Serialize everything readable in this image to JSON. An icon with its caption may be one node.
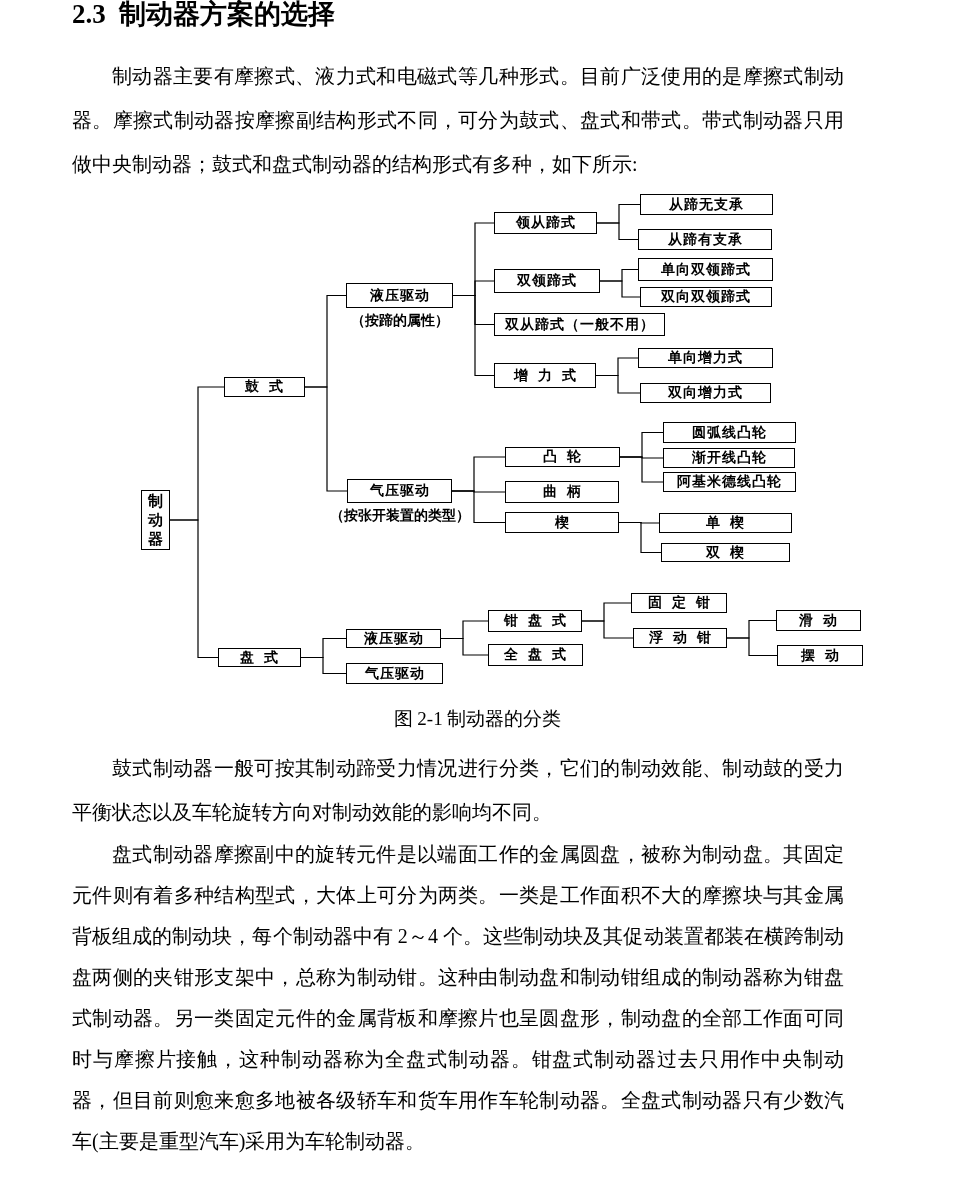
{
  "diagram": {
    "title": "2.3  制动器方案的选择",
    "caption": "图 2-1 制动器的分类",
    "nodes": [
      {
        "text": [
          "制动器"
        ]
      },
      {
        "text": [
          "鼓 式"
        ]
      },
      {
        "text": [
          "液压驱动"
        ],
        "beside": [
          "（按蹄的属性）"
        ]
      },
      {
        "text": [
          "领从蹄式"
        ]
      },
      {
        "text": [
          "从蹄无支承"
        ]
      },
      {
        "text": [
          "从蹄有支承"
        ]
      },
      {
        "text": [
          "双领蹄式"
        ]
      },
      {
        "text": [
          "单向双领蹄式"
        ]
      },
      {
        "text": [
          "双向双领蹄式"
        ]
      },
      {
        "text": [
          "双从蹄式（一般不用）"
        ]
      },
      {
        "text": [
          "增 力 式"
        ]
      },
      {
        "text": [
          "单向增力式"
        ]
      },
      {
        "text": [
          "双向增力式"
        ]
      },
      {
        "text": [
          "气压驱动"
        ],
        "beside": [
          "（按张开装置的类型）"
        ]
      },
      {
        "text": [
          "凸 轮"
        ]
      },
      {
        "text": [
          "圆弧线凸轮"
        ]
      },
      {
        "text": [
          "渐开线凸轮"
        ]
      },
      {
        "text": [
          "阿基米德线凸轮"
        ]
      },
      {
        "text": [
          "曲 柄"
        ]
      },
      {
        "text": [
          "楔"
        ]
      },
      {
        "text": [
          "单 楔"
        ]
      },
      {
        "text": [
          "双 楔"
        ]
      },
      {
        "text": [
          "盘 式"
        ]
      },
      {
        "text": [
          "液压驱动"
        ]
      },
      {
        "text": [
          "钳 盘 式"
        ]
      },
      {
        "text": [
          "固 定 钳"
        ]
      },
      {
        "text": [
          "浮 动 钳"
        ]
      },
      {
        "text": [
          "滑 动"
        ]
      },
      {
        "text": [
          "摆 动"
        ]
      },
      {
        "text": [
          "全 盘 式"
        ]
      },
      {
        "text": [
          "气压驱动"
        ]
      }
    ],
    "edges": [
      {
        "from": 0,
        "to": 1,
        "arrow": "none"
      },
      {
        "from": 0,
        "to": 22,
        "arrow": "none"
      },
      {
        "from": 1,
        "to": 2,
        "arrow": "none"
      },
      {
        "from": 1,
        "to": 13,
        "arrow": "none"
      },
      {
        "from": 2,
        "to": 3,
        "arrow": "none"
      },
      {
        "from": 2,
        "to": 6,
        "arrow": "none"
      },
      {
        "from": 2,
        "to": 9,
        "arrow": "none"
      },
      {
        "from": 2,
        "to": 10,
        "arrow": "none"
      },
      {
        "from": 3,
        "to": 4,
        "arrow": "none"
      },
      {
        "from": 3,
        "to": 5,
        "arrow": "none"
      },
      {
        "from": 6,
        "to": 7,
        "arrow": "none"
      },
      {
        "from": 6,
        "to": 8,
        "arrow": "none"
      },
      {
        "from": 10,
        "to": 11,
        "arrow": "none"
      },
      {
        "from": 10,
        "to": 12,
        "arrow": "none"
      },
      {
        "from": 13,
        "to": 14,
        "arrow": "none"
      },
      {
        "from": 13,
        "to": 18,
        "arrow": "none"
      },
      {
        "from": 13,
        "to": 19,
        "arrow": "none"
      },
      {
        "from": 14,
        "to": 15,
        "arrow": "none"
      },
      {
        "from": 14,
        "to": 16,
        "arrow": "none"
      },
      {
        "from": 14,
        "to": 17,
        "arrow": "none"
      },
      {
        "from": 19,
        "to": 20,
        "arrow": "none"
      },
      {
        "from": 19,
        "to": 21,
        "arrow": "none"
      },
      {
        "from": 22,
        "to": 23,
        "arrow": "none"
      },
      {
        "from": 22,
        "to": 30,
        "arrow": "none"
      },
      {
        "from": 23,
        "to": 24,
        "arrow": "none"
      },
      {
        "from": 23,
        "to": 29,
        "arrow": "none"
      },
      {
        "from": 24,
        "to": 25,
        "arrow": "none"
      },
      {
        "from": 24,
        "to": 26,
        "arrow": "none"
      },
      {
        "from": 26,
        "to": 27,
        "arrow": "none"
      },
      {
        "from": 26,
        "to": 28,
        "arrow": "none"
      }
    ],
    "labels": [
      "制动器主要有摩擦式、液力式和电磁式等几种形式。目前广泛使用的是摩擦式制动器。摩擦式制动器按摩擦副结构形式不同，可分为鼓式、盘式和带式。带式制动器只用做中央制动器；鼓式和盘式制动器的结构形式有多种，如下所示:",
      "鼓式制动器一般可按其制动蹄受力情况进行分类，它们的制动效能、制动鼓的受力平衡状态以及车轮旋转方向对制动效能的影响均不同。",
      "盘式制动器摩擦副中的旋转元件是以端面工作的金属圆盘，被称为制动盘。其固定元件则有着多种结构型式，大体上可分为两类。一类是工作面积不大的摩擦块与其金属背板组成的制动块，每个制动器中有 2～4 个。这些制动块及其促动装置都装在横跨制动盘两侧的夹钳形支架中，总称为制动钳。这种由制动盘和制动钳组成的制动器称为钳盘式制动器。另一类固定元件的金属背板和摩擦片也呈圆盘形，制动盘的全部工作面可同时与摩擦片接触，这种制动器称为全盘式制动器。钳盘式制动器过去只用作中央制动器，但目前则愈来愈多地被各级轿车和货车用作车轮制动器。全盘式制动器只有少数汽车(主要是重型汽车)采用为车轮制动器。"
    ]
  }
}
